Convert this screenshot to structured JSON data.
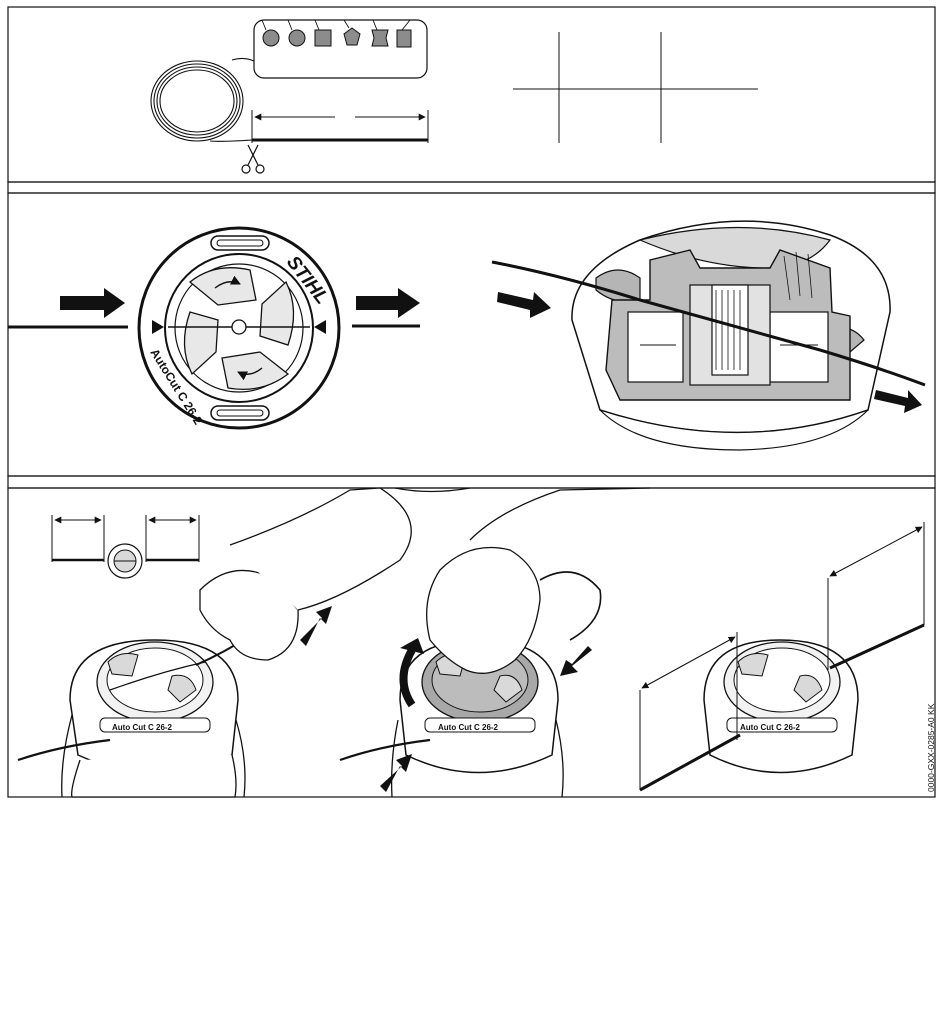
{
  "panels": {
    "line_prep": {
      "shapes": [
        "round",
        "round",
        "square",
        "star",
        "notched",
        "twisted"
      ]
    },
    "head_view": {
      "brand": "STIHL",
      "model": "AutoCut C 26-2",
      "model_small": "Auto Cut C 26-2"
    },
    "loading": {}
  },
  "figure_code": "0000-GXX-0285-A0 KK",
  "colors": {
    "ink": "#111111",
    "light_grey": "#d9d9d9",
    "mid_grey": "#a8a8a8",
    "dark_grey": "#6e6e6e",
    "paper": "#ffffff"
  }
}
